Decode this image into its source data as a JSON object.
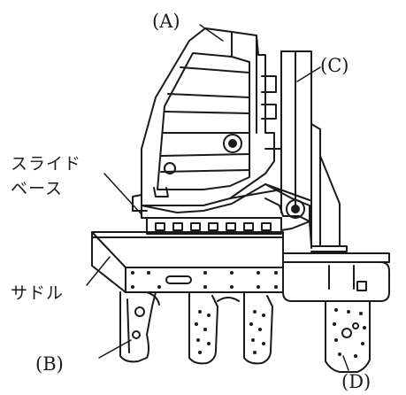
{
  "labels": {
    "a": "(A)",
    "b": "(B)",
    "c": "(C)",
    "d": "(D)",
    "slide_base_line1": "スライド",
    "slide_base_line2": "ベース",
    "saddle": "サドル"
  },
  "colors": {
    "line": "#1a1a1a",
    "background": "#ffffff"
  }
}
